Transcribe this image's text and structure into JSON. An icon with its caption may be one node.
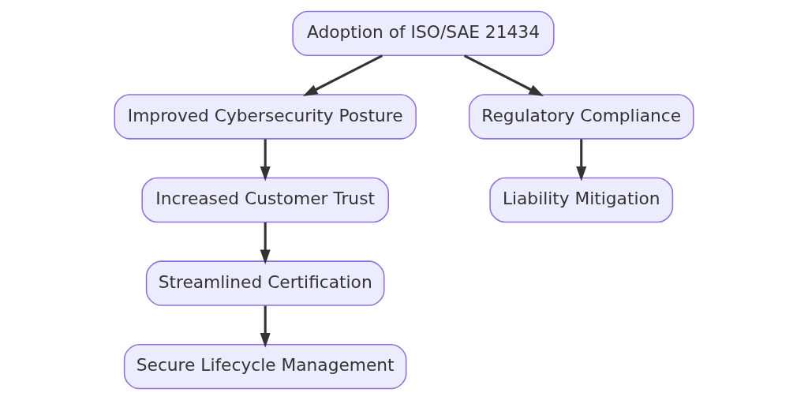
{
  "diagram": {
    "nodes": [
      {
        "text": [
          "Adoption of ISO/SAE 21434"
        ]
      },
      {
        "text": [
          "Improved Cybersecurity Posture"
        ]
      },
      {
        "text": [
          "Regulatory Compliance"
        ]
      },
      {
        "text": [
          "Increased Customer Trust"
        ]
      },
      {
        "text": [
          "Liability Mitigation"
        ]
      },
      {
        "text": [
          "Streamlined Certification"
        ]
      },
      {
        "text": [
          "Secure Lifecycle Management"
        ]
      }
    ],
    "edges": [
      {
        "from": 0,
        "to": 1,
        "arrow": "to"
      },
      {
        "from": 0,
        "to": 2,
        "arrow": "to"
      },
      {
        "from": 1,
        "to": 3,
        "arrow": "to"
      },
      {
        "from": 2,
        "to": 4,
        "arrow": "to"
      },
      {
        "from": 3,
        "to": 5,
        "arrow": "to"
      },
      {
        "from": 5,
        "to": 6,
        "arrow": "to"
      }
    ]
  }
}
